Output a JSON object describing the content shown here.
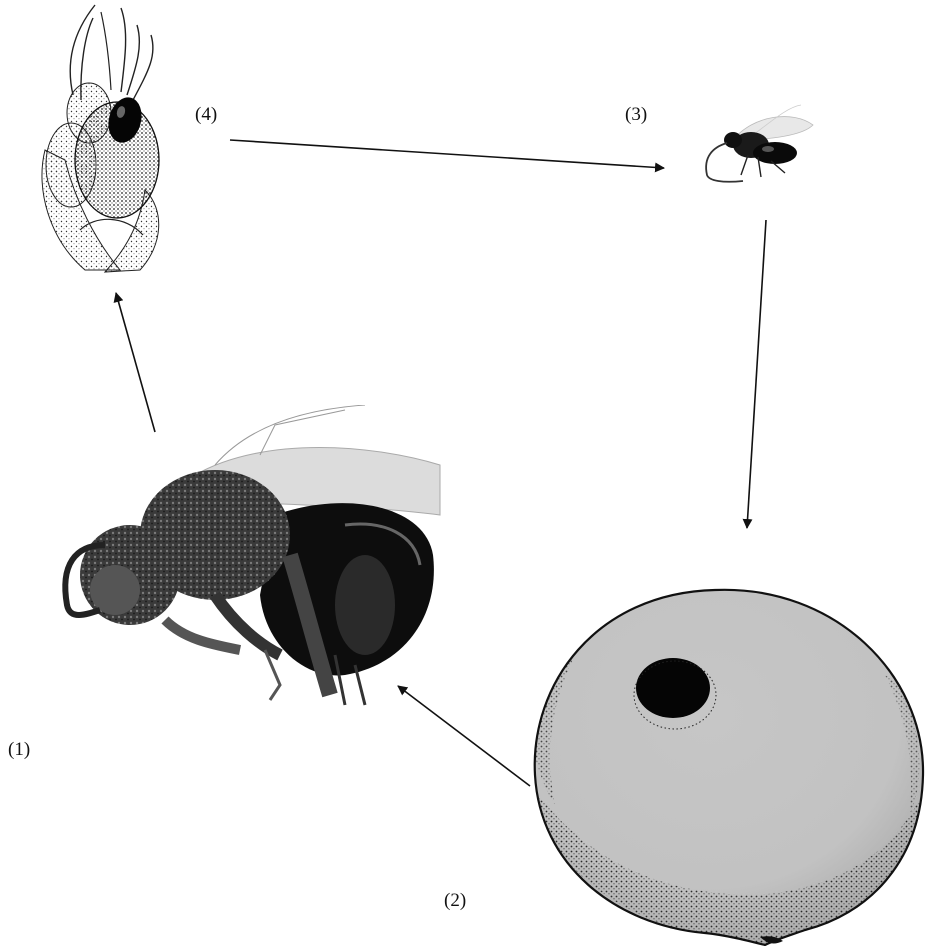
{
  "labels": {
    "stage1": "(1)",
    "stage2": "(2)",
    "stage3": "(3)",
    "stage4": "(4)"
  },
  "colors": {
    "ink": "#111111",
    "seed_fill": "#c6c6c6",
    "hole": "#050505",
    "background": "#ffffff"
  },
  "flow": [
    {
      "from": "stage4",
      "to": "stage3"
    },
    {
      "from": "stage3",
      "to": "stage2"
    },
    {
      "from": "stage2",
      "to": "stage1"
    },
    {
      "from": "stage1",
      "to": "stage4"
    }
  ]
}
